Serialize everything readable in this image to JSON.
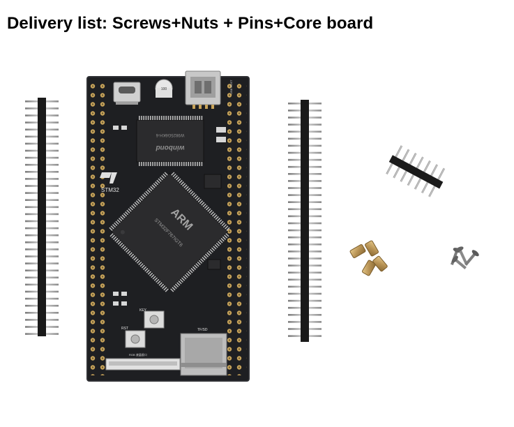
{
  "caption": {
    "text": "Delivery list:  Screws+Nuts + Pins+Core board"
  },
  "board": {
    "logo_text": "STM32",
    "arm_text": "ARM",
    "key_label": "KEY",
    "reset_label": "RST",
    "usb_label": "USB HOST",
    "sd_label": "TF/SD",
    "lcd_label": "RGB 液晶接口",
    "colors": {
      "pcb": "#1e1f22",
      "pcb_edge": "#2a2b2e",
      "gold": "#c9a45a",
      "chip": "#2b2b2d",
      "silk": "#d8d8d8"
    }
  },
  "items": [
    {
      "name": "core-board"
    },
    {
      "name": "pin-header-long"
    },
    {
      "name": "pin-header-short"
    },
    {
      "name": "copper-standoffs"
    },
    {
      "name": "screws"
    }
  ],
  "icons": [
    "usb-c-port",
    "usb-a-port",
    "capacitor",
    "sd-card-slot",
    "fpc-connector"
  ]
}
